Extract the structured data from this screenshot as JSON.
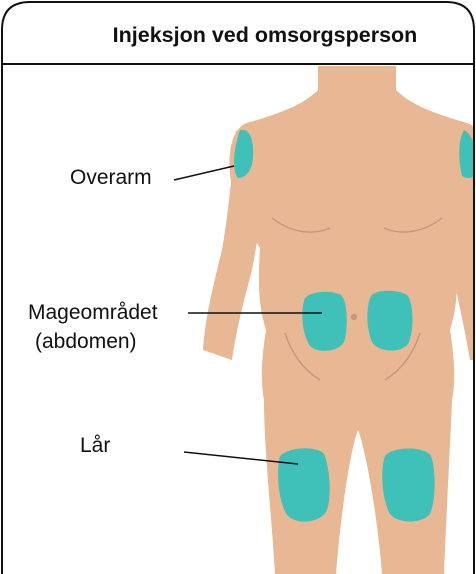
{
  "title": "Injeksjon ved omsorgsperson",
  "labels": {
    "upper_arm": "Overarm",
    "abdomen_line1": "Mageområdet",
    "abdomen_line2": "(abdomen)",
    "thigh": "Lår"
  },
  "colors": {
    "skin": "#E8B794",
    "skin_outline": "#C99677",
    "injection_site": "#3FC1BA",
    "frame": "#111111",
    "background": "#FFFFFF"
  }
}
